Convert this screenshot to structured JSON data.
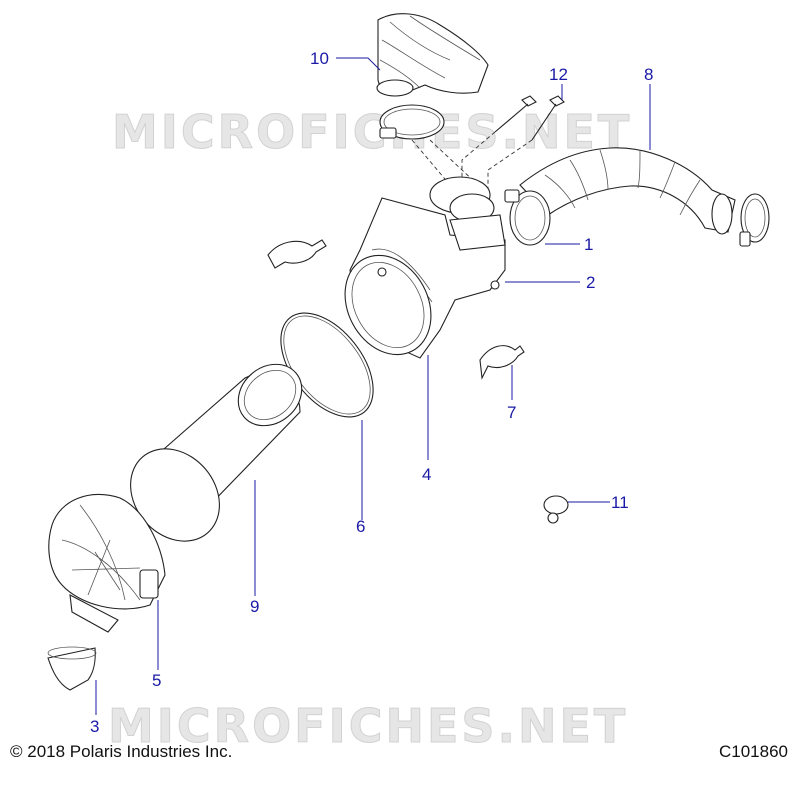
{
  "watermark": "MICROFICHES.NET",
  "copyright": "© 2018 Polaris Industries Inc.",
  "figure_code": "C101860",
  "callouts": [
    {
      "id": "callout-1",
      "label": "1"
    },
    {
      "id": "callout-2",
      "label": "2"
    },
    {
      "id": "callout-3",
      "label": "3"
    },
    {
      "id": "callout-4",
      "label": "4"
    },
    {
      "id": "callout-5",
      "label": "5"
    },
    {
      "id": "callout-6",
      "label": "6"
    },
    {
      "id": "callout-7",
      "label": "7"
    },
    {
      "id": "callout-8",
      "label": "8"
    },
    {
      "id": "callout-9",
      "label": "9"
    },
    {
      "id": "callout-10",
      "label": "10"
    },
    {
      "id": "callout-11",
      "label": "11"
    },
    {
      "id": "callout-12",
      "label": "12"
    }
  ],
  "colors": {
    "callout": "#1a1aa6",
    "line": "#222222",
    "watermark": "#e6e6e6"
  }
}
